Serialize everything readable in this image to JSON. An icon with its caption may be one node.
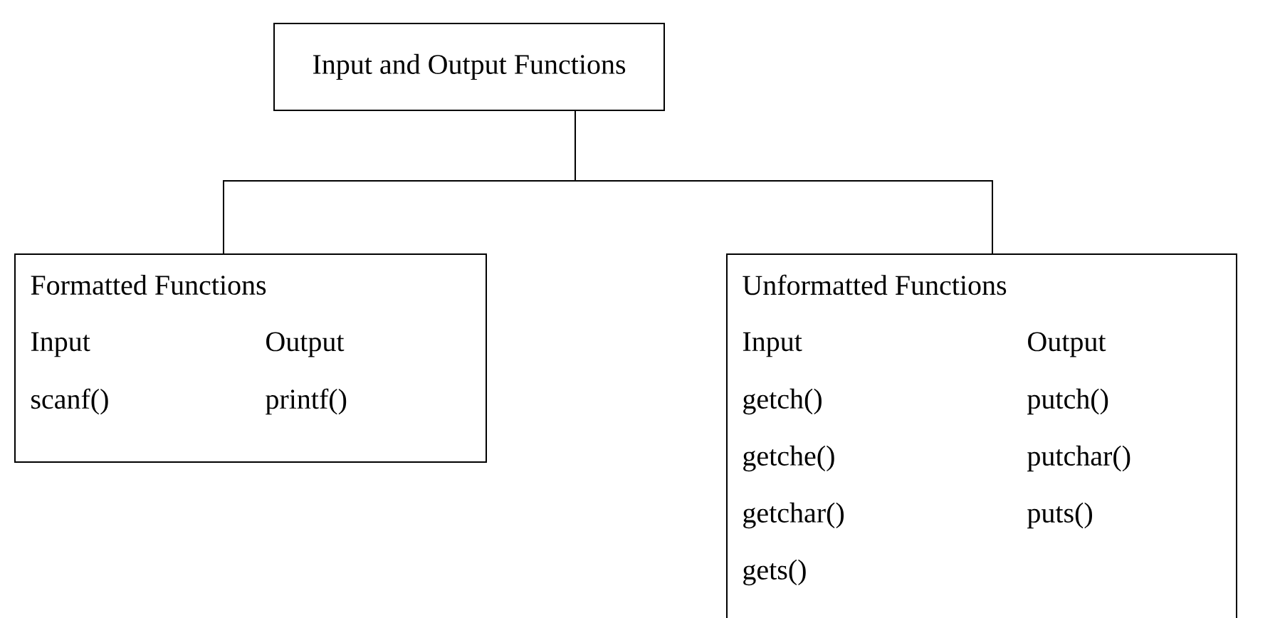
{
  "diagram": {
    "nodes": [
      {
        "text": [
          "Input and Output Functions"
        ]
      },
      {
        "text": [
          "Formatted Functions",
          "Input",
          "Output",
          "scanf()",
          "printf()"
        ]
      },
      {
        "text": [
          "Unformatted Functions",
          "Input",
          "Output",
          "getch()",
          "putch()",
          "getche()",
          "putchar()",
          "getchar()",
          "puts()",
          "gets()"
        ]
      }
    ],
    "edges": [
      {
        "from": 0,
        "to": 1,
        "arrow": "none"
      },
      {
        "from": 0,
        "to": 2,
        "arrow": "none"
      }
    ]
  }
}
